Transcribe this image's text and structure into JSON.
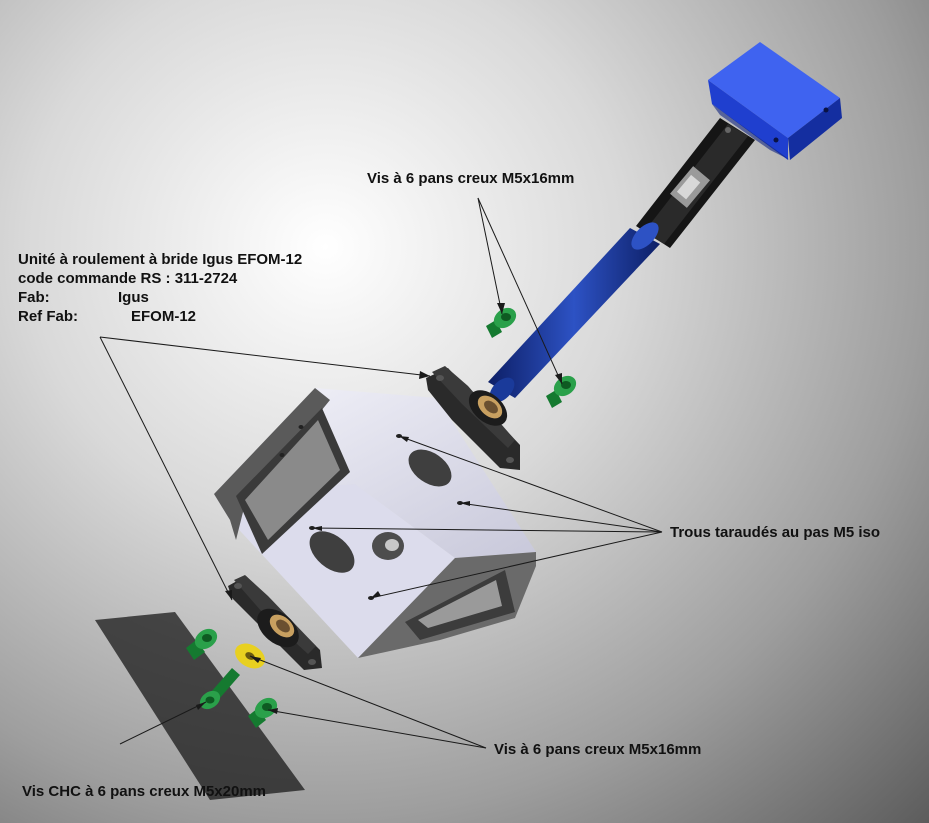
{
  "bearing_label": {
    "line1": "Unité à roulement à bride Igus EFOM-12",
    "line2": "code commande RS : 311-2724",
    "fab_key": "Fab:",
    "fab_value": "Igus",
    "ref_key": "Ref Fab:",
    "ref_value": "EFOM-12"
  },
  "screws_top_label": "Vis à 6 pans creux M5x16mm",
  "tapped_holes_label": "Trous taraudés au pas M5 iso",
  "screws_bottom_label": "Vis à 6 pans creux M5x16mm",
  "chc_screw_label": "Vis CHC à 6 pans creux M5x20mm",
  "colors": {
    "motor_blue": "#1f3fcf",
    "shaft_blue": "#1a3a9a",
    "coupling_black": "#151515",
    "frame_light": "#dcdcec",
    "frame_dark": "#505050",
    "bearing_black": "#2a2a2a",
    "bearing_bronze": "#c8a060",
    "screw_green": "#1e8a3c",
    "washer_yellow": "#e8d020"
  }
}
